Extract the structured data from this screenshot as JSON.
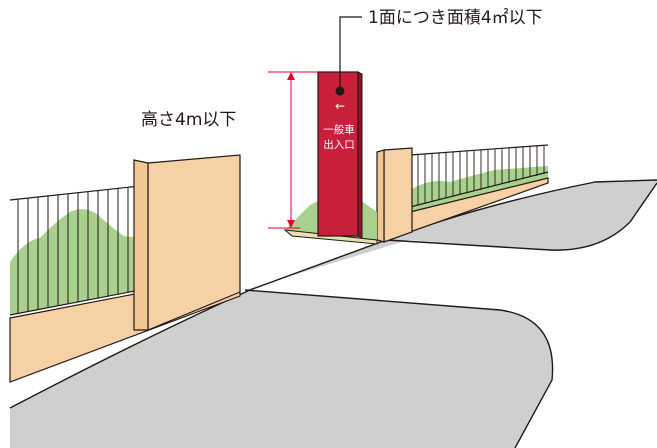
{
  "labels": {
    "area_limit": "1面につき面積4㎡以下",
    "height_limit": "高さ4m以下"
  },
  "sign": {
    "arrow": "←",
    "line1": "一般車",
    "line2": "出入口"
  },
  "colors": {
    "road": "#cfcfcf",
    "wall": "#f6d1a5",
    "grass": "#a9d18e",
    "sign": "#c8203a",
    "dimension": "#e60033"
  }
}
